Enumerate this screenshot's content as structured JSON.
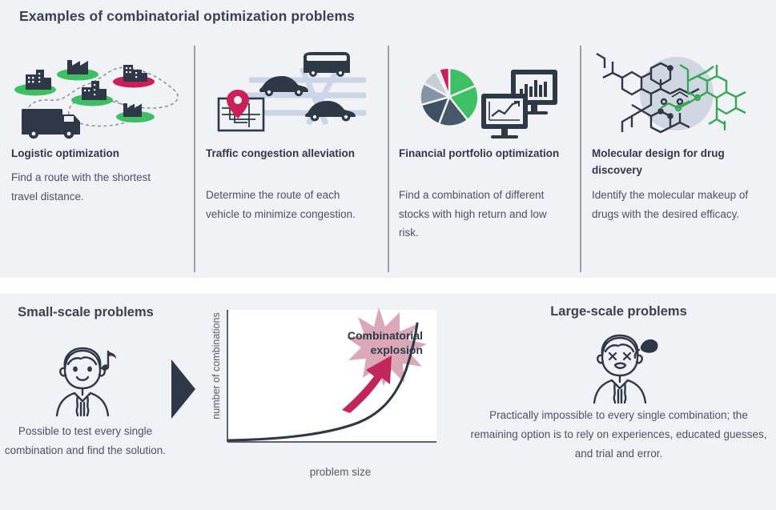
{
  "header": {
    "title": "Examples of combinatorial optimization problems"
  },
  "colors": {
    "panel_bg": "#f1f2f6",
    "page_bg": "#ffffff",
    "dark_navy": "#2f3847",
    "heading": "#3a4250",
    "body_text": "#4a5262",
    "divider": "#9aa0aa",
    "green": "#3fbf63",
    "crimson": "#cc1f5a",
    "pink_burst": "#dba8b8",
    "arrow_magenta": "#c2265b",
    "slate": "#47586b",
    "light_grey_slice": "#c8cdd6",
    "road_blue": "#ccd5e8",
    "molecule_circle": "#c3cada",
    "molecule_green": "#35a853"
  },
  "examples": [
    {
      "id": "logistic",
      "icon": "truck-route-icon",
      "title": "Logistic optimization",
      "desc": "Find a route with the shortest travel distance."
    },
    {
      "id": "traffic",
      "icon": "traffic-map-icon",
      "title": "Traffic congestion alleviation",
      "desc": "Determine the route of each vehicle to minimize congestion."
    },
    {
      "id": "financial",
      "icon": "pie-chart-monitors-icon",
      "title": "Financial portfolio optimization",
      "desc": "Find a combination of different stocks with high return and low risk."
    },
    {
      "id": "molecular",
      "icon": "molecule-icon",
      "title": "Molecular design for drug discovery",
      "desc": "Identify the molecular makeup of drugs with the desired efficacy."
    }
  ],
  "comparison": {
    "small": {
      "title": "Small-scale problems",
      "icon": "happy-person-music-icon",
      "desc": "Possible to test every single combination and find the solution."
    },
    "arrow_icon": "right-triangle-arrow-icon",
    "large": {
      "title": "Large-scale problems",
      "icon": "stressed-person-icon",
      "desc": "Practically impossible to every single combination; the remaining option is to rely on experiences, educated guesses, and trial and error."
    }
  },
  "chart_data": {
    "type": "line",
    "title": "",
    "xlabel": "problem size",
    "ylabel": "number of combinations",
    "annotation": "Combinatorial explosion",
    "grid": false,
    "legend": false,
    "x": [
      0,
      0.1,
      0.2,
      0.3,
      0.4,
      0.5,
      0.6,
      0.7,
      0.8,
      0.9,
      1.0
    ],
    "values": [
      0.5,
      0.8,
      1.3,
      2.1,
      3.5,
      5.8,
      9.7,
      16.2,
      27.0,
      50.0,
      88.0
    ],
    "xlim": [
      0,
      1
    ],
    "ylim": [
      0,
      100
    ],
    "series": [
      {
        "name": "number of combinations",
        "values": [
          0.5,
          0.8,
          1.3,
          2.1,
          3.5,
          5.8,
          9.7,
          16.2,
          27.0,
          50.0,
          88.0
        ]
      }
    ]
  }
}
